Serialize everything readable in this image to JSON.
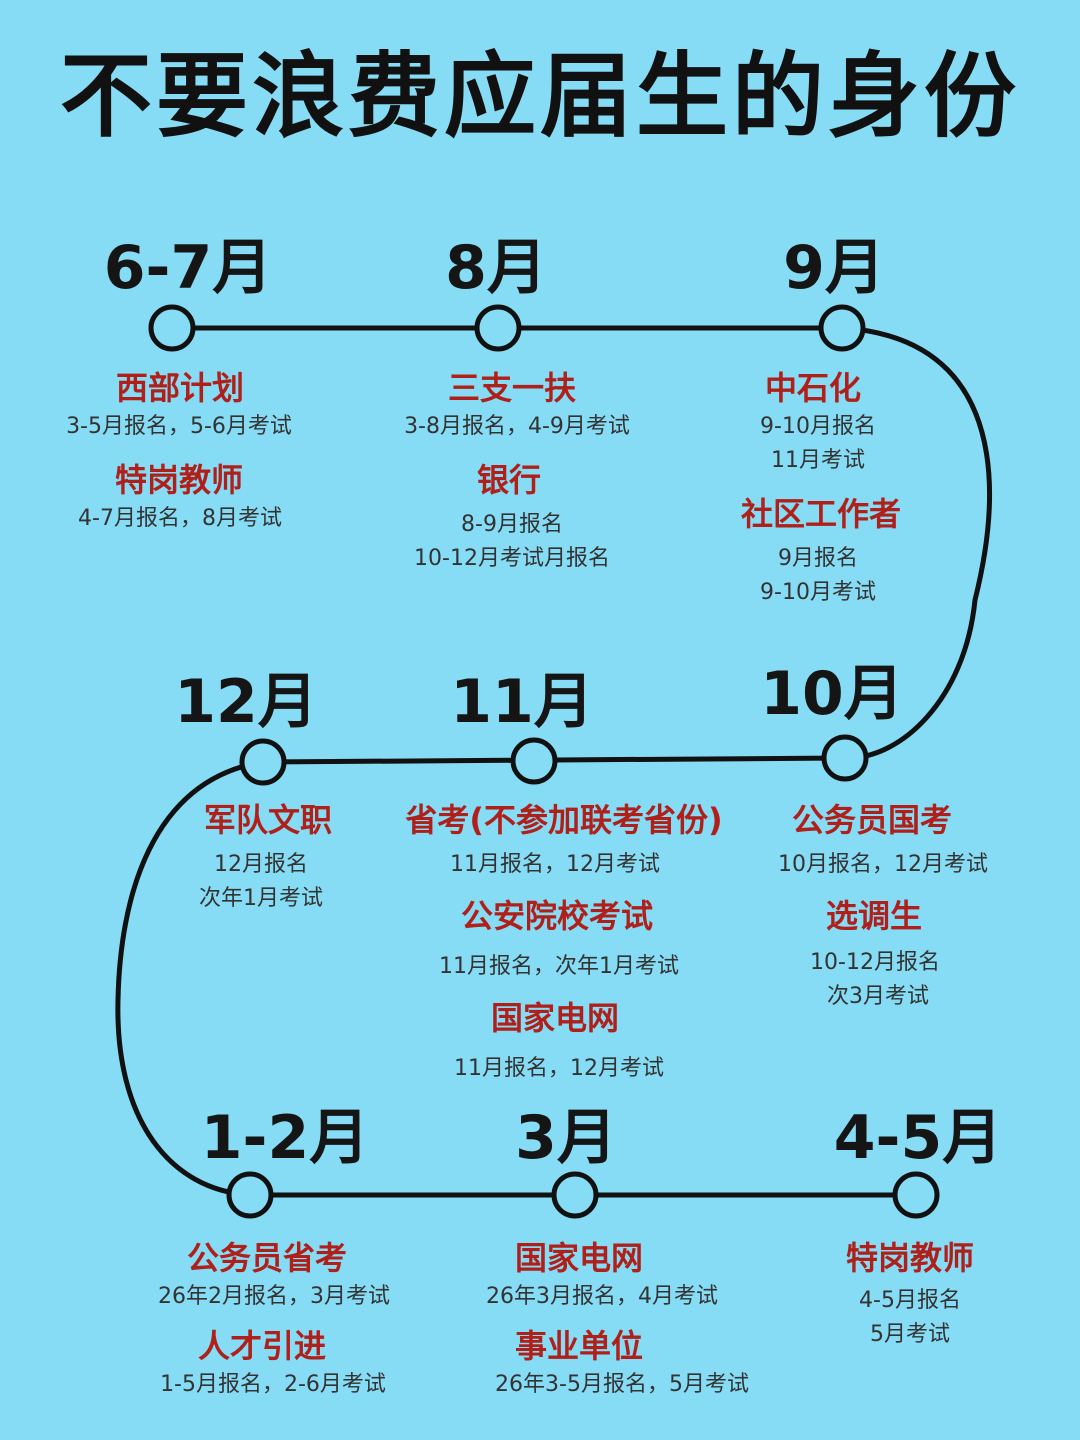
{
  "title": "不要浪费应届生的身份",
  "colors": {
    "background": "#86dcf5",
    "line": "#111111",
    "node_fill": "#86dcf5",
    "item_name": "#b0201a",
    "detail_text": "#333333"
  },
  "stages": [
    {
      "month": "6-7月",
      "items": [
        {
          "name": "西部计划",
          "lines": [
            "3-5月报名，5-6月考试"
          ]
        },
        {
          "name": "特岗教师",
          "lines": [
            "4-7月报名，8月考试"
          ]
        }
      ]
    },
    {
      "month": "8月",
      "items": [
        {
          "name": "三支一扶",
          "lines": [
            "3-8月报名，4-9月考试"
          ]
        },
        {
          "name": "银行",
          "lines": [
            "8-9月报名",
            "10-12月考试月报名"
          ]
        }
      ]
    },
    {
      "month": "9月",
      "items": [
        {
          "name": "中石化",
          "lines": [
            "9-10月报名",
            "11月考试"
          ]
        },
        {
          "name": "社区工作者",
          "lines": [
            "9月报名",
            "9-10月考试"
          ]
        }
      ]
    },
    {
      "month": "12月",
      "items": [
        {
          "name": "军队文职",
          "lines": [
            "12月报名",
            "次年1月考试"
          ]
        }
      ]
    },
    {
      "month": "11月",
      "items": [
        {
          "name": "省考(不参加联考省份)",
          "lines": [
            "11月报名，12月考试"
          ]
        },
        {
          "name": "公安院校考试",
          "lines": [
            "11月报名，次年1月考试"
          ]
        },
        {
          "name": "国家电网",
          "lines": [
            "11月报名，12月考试"
          ]
        }
      ]
    },
    {
      "month": "10月",
      "items": [
        {
          "name": "公务员国考",
          "lines": [
            "10月报名，12月考试"
          ]
        },
        {
          "name": "选调生",
          "lines": [
            "10-12月报名",
            "次3月考试"
          ]
        }
      ]
    },
    {
      "month": "1-2月",
      "items": [
        {
          "name": "公务员省考",
          "lines": [
            "26年2月报名，3月考试"
          ]
        },
        {
          "name": "人才引进",
          "lines": [
            "1-5月报名，2-6月考试"
          ]
        }
      ]
    },
    {
      "month": "3月",
      "items": [
        {
          "name": "国家电网",
          "lines": [
            "26年3月报名，4月考试"
          ]
        },
        {
          "name": "事业单位",
          "lines": [
            "26年3-5月报名，5月考试"
          ]
        }
      ]
    },
    {
      "month": "4-5月",
      "items": [
        {
          "name": "特岗教师",
          "lines": [
            "4-5月报名",
            "5月考试"
          ]
        }
      ]
    }
  ]
}
